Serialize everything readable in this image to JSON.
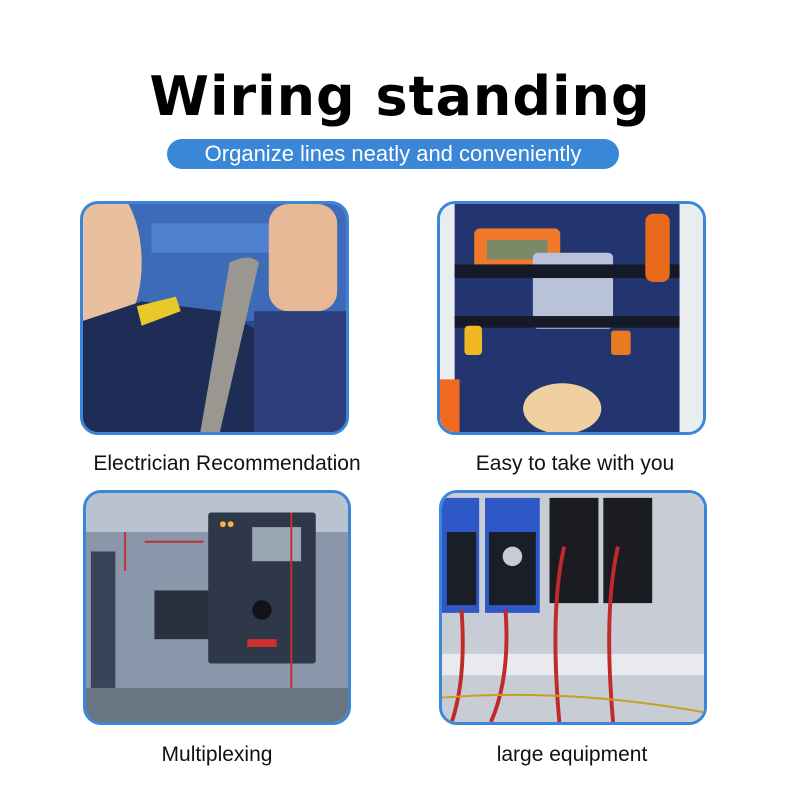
{
  "header": {
    "title": "Wiring standing",
    "subtitle": "Organize lines neatly and conveniently"
  },
  "colors": {
    "accent": "#3a87d8",
    "frame_border": "#3b86d6",
    "title": "#000000",
    "caption": "#111111"
  },
  "panels": [
    {
      "caption": "Electrician Recommendation",
      "image": "electrician-photo"
    },
    {
      "caption": "Easy to take with you",
      "image": "tool-bag-photo"
    },
    {
      "caption": "Multiplexing",
      "image": "control-panel-photo"
    },
    {
      "caption": "large equipment",
      "image": "wiring-cabinet-photo"
    }
  ]
}
